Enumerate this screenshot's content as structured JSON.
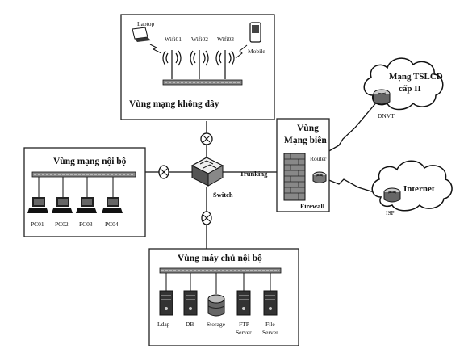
{
  "wireless_zone": {
    "title": "Vùng mạng không dây",
    "laptop": "Laptop",
    "wifi": [
      "Wifi01",
      "Wifi02",
      "Wifi03"
    ],
    "mobile": "Mobile"
  },
  "lan_zone": {
    "title": "Vùng mạng nội bộ",
    "pcs": [
      "PC01",
      "PC02",
      "PC03",
      "PC04"
    ]
  },
  "server_zone": {
    "title": "Vùng máy chủ nội bộ",
    "servers": [
      {
        "line1": "Ldap",
        "line2": ""
      },
      {
        "line1": "DB",
        "line2": ""
      },
      {
        "line1": "Storage",
        "line2": ""
      },
      {
        "line1": "FTP",
        "line2": "Server"
      },
      {
        "line1": "File",
        "line2": "Server"
      }
    ]
  },
  "core": {
    "switch": "Switch",
    "trunking": "Trunking"
  },
  "edge_zone": {
    "title_line1": "Vùng",
    "title_line2": "Mạng biên",
    "router": "Router",
    "firewall": "Firewall"
  },
  "wan": {
    "tslcd_line1": "Mạng TSLCD",
    "tslcd_line2": "cấp II",
    "dnvt": "DNVT",
    "internet": "Internet",
    "isp": "ISP"
  }
}
